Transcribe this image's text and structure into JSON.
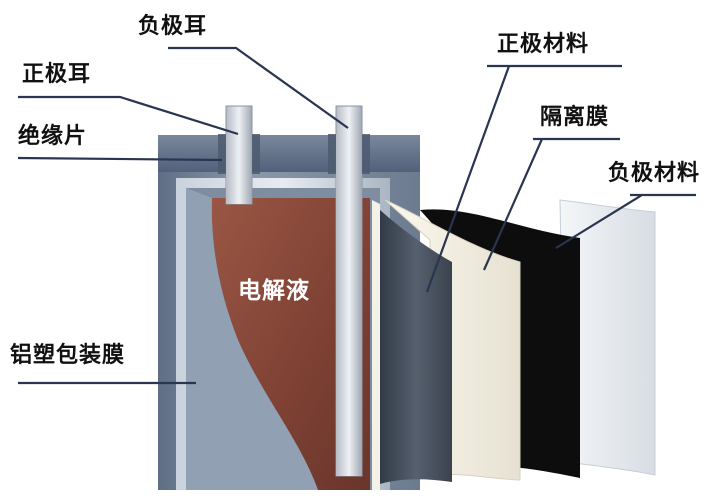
{
  "labels": {
    "negative_tab": "负极耳",
    "positive_tab": "正极耳",
    "insulator": "绝缘片",
    "positive_material": "正极材料",
    "separator": "隔离膜",
    "negative_material": "负极材料",
    "electrolyte": "电解液",
    "aluminum_plastic_film": "铝塑包装膜"
  },
  "colors": {
    "casing": "#6f7e93",
    "casing_light": "#b8c3cf",
    "electrolyte": "#8a4a3a",
    "tab": "#d9dde2",
    "separator": "#f3f0e6",
    "negative_material": "#111111",
    "positive_material": "#4b5563",
    "leader_line": "#2a3550"
  }
}
